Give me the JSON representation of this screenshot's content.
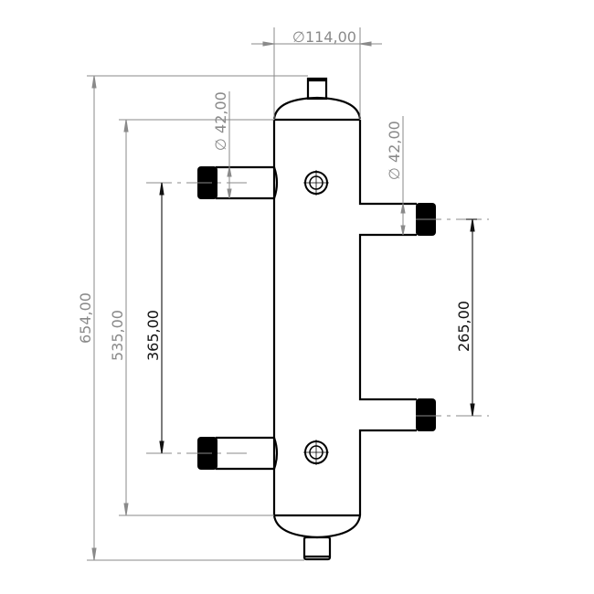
{
  "drawing": {
    "title": "Hydraulic separator technical drawing (side view)",
    "units": "mm",
    "colors": {
      "outline": "#000000",
      "dimension_gray": "#8a8a8a",
      "dimension_dark": "#111111",
      "background": "#ffffff"
    },
    "dimensions": {
      "body_diameter": {
        "symbol": "∅",
        "value": "114,00",
        "label": "∅114,00"
      },
      "left_pipe_diameter": {
        "symbol": "∅",
        "value": "42,00",
        "label": "∅ 42,00"
      },
      "right_pipe_diameter": {
        "symbol": "∅",
        "value": "42,00",
        "label": "∅ 42,00"
      },
      "overall_height": {
        "value": "654,00",
        "label": "654,00"
      },
      "body_height": {
        "value": "535,00",
        "label": "535,00"
      },
      "left_pipe_spacing": {
        "value": "365,00",
        "label": "365,00"
      },
      "right_pipe_spacing": {
        "value": "265,00",
        "label": "265,00"
      }
    },
    "components": [
      {
        "name": "top-vent-nozzle"
      },
      {
        "name": "cylindrical-body"
      },
      {
        "name": "left-upper-threaded-pipe"
      },
      {
        "name": "left-lower-threaded-pipe"
      },
      {
        "name": "right-upper-threaded-pipe"
      },
      {
        "name": "right-lower-threaded-pipe"
      },
      {
        "name": "upper-sensor-port"
      },
      {
        "name": "lower-sensor-port"
      },
      {
        "name": "bottom-drain-nozzle"
      }
    ]
  }
}
